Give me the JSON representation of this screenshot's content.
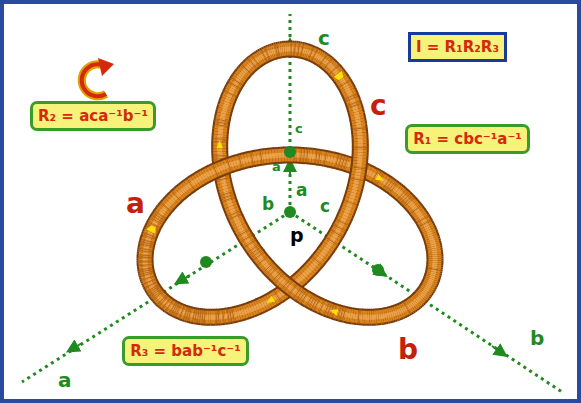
{
  "diagram": {
    "nodes": [
      {
        "text": [
          "I = R₁R₂R₃"
        ]
      },
      {
        "text": [
          "R₂ = aca⁻¹b⁻¹"
        ]
      },
      {
        "text": [
          "R₁ = cbc⁻¹a⁻¹"
        ]
      },
      {
        "text": [
          "R₃ = bab⁻¹c⁻¹"
        ]
      }
    ],
    "labels": [
      "c",
      "c",
      "c",
      "a",
      "a",
      "b",
      "a",
      "c",
      "p",
      "b",
      "a",
      "b"
    ]
  }
}
